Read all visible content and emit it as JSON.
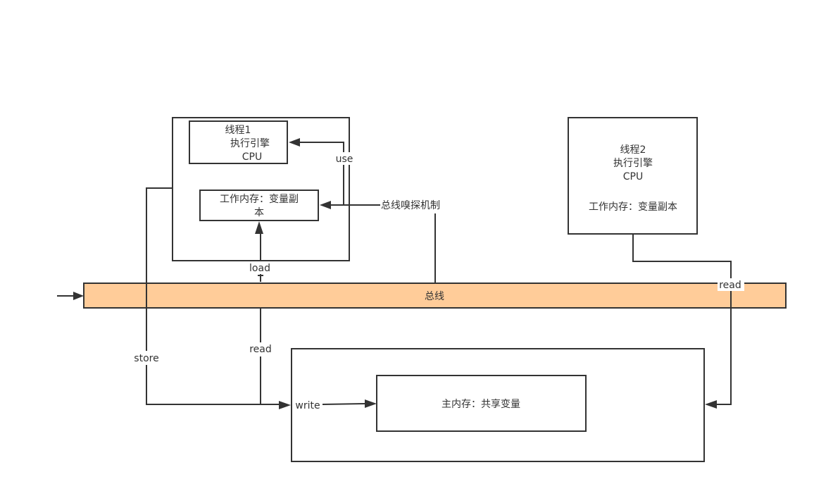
{
  "diagram": {
    "thread1": {
      "engine_lines": [
        "线程1",
        "执行引擎",
        "CPU"
      ],
      "working_memory_lines": [
        "工作内存：变量副",
        "本"
      ]
    },
    "thread2": {
      "lines": [
        "线程2",
        "执行引擎",
        "CPU",
        "",
        "工作内存：变量副本"
      ]
    },
    "bus": {
      "label": "总线",
      "fill_color": "#FFCC99"
    },
    "main_memory": {
      "label": "主内存：共享变量"
    },
    "edge_labels": {
      "use": "use",
      "snoop": "总线嗅探机制",
      "load": "load",
      "read_thread1": "read",
      "store": "store",
      "write": "write",
      "read_thread2": "read"
    },
    "stroke_color": "#333333"
  }
}
